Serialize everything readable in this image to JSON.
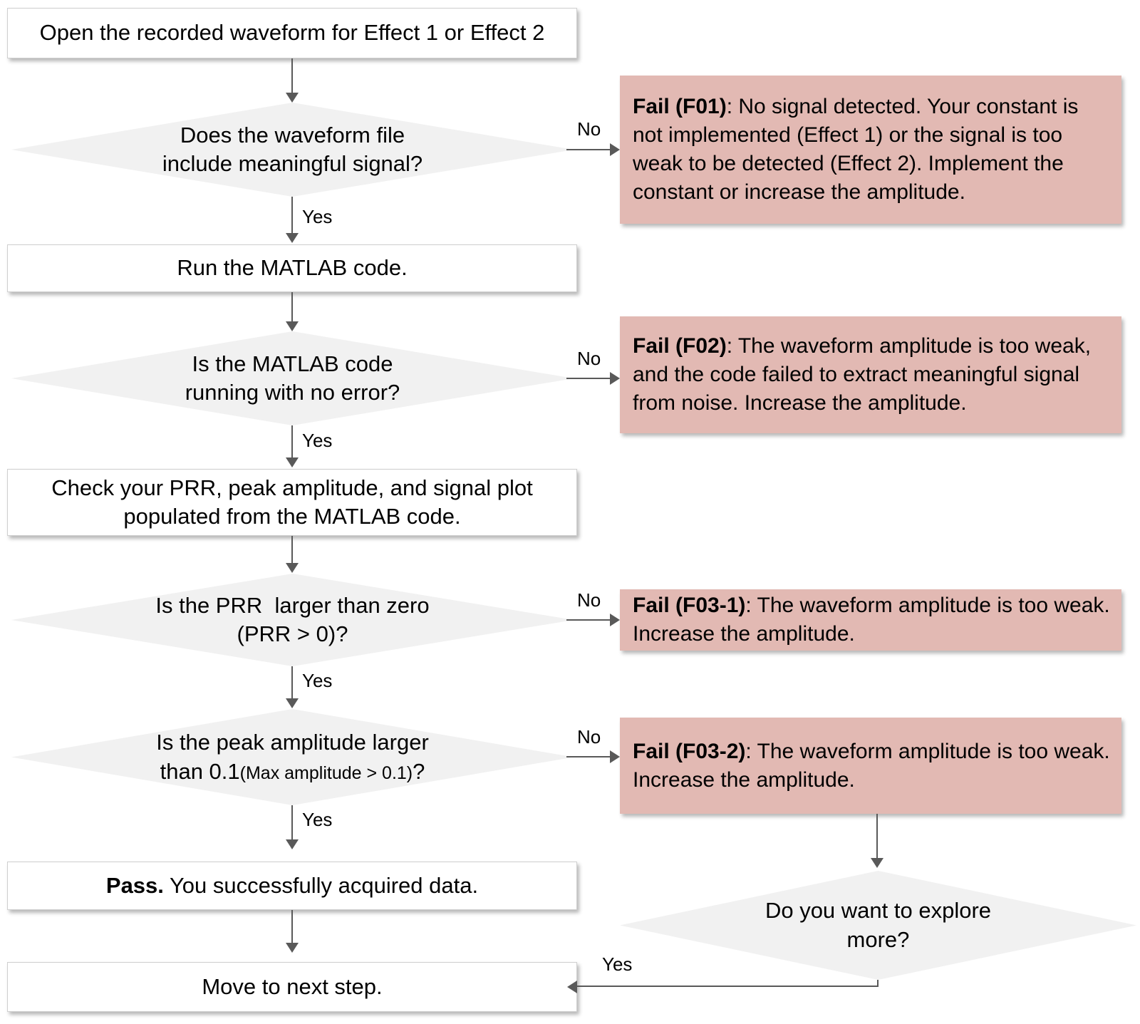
{
  "diagram": {
    "type": "flowchart",
    "title": "Waveform data acquisition troubleshooting flowchart",
    "colors": {
      "process_fill": "#ffffff",
      "decision_fill": "#f1f1f1",
      "fail_fill": "#e2b9b3",
      "connector": "#595959",
      "text": "#000000"
    }
  },
  "nodes": {
    "start_box": {
      "shape": "process",
      "text": "Open the recorded waveform for Effect 1 or Effect 2"
    },
    "decision_signal": {
      "shape": "decision",
      "line1": "Does the waveform file",
      "line2": "include meaningful signal?"
    },
    "run_matlab_box": {
      "shape": "process",
      "text": "Run the MATLAB code."
    },
    "decision_no_error": {
      "shape": "decision",
      "line1": "Is the MATLAB code",
      "line2": "running with no error?"
    },
    "check_box": {
      "shape": "process",
      "line1": "Check your PRR, peak amplitude, and signal plot",
      "line2": "populated from the MATLAB code."
    },
    "decision_prr": {
      "shape": "decision",
      "line1": "Is the PRR  larger than zero",
      "line2": "(PRR > 0)?"
    },
    "decision_peak": {
      "shape": "decision",
      "line1": "Is the peak amplitude larger",
      "line2_main": "than 0.1",
      "line2_small": "(Max amplitude > 0.1)",
      "line2_tail": "?"
    },
    "pass_box": {
      "shape": "process",
      "bold": "Pass.",
      "rest": " You successfully acquired data."
    },
    "next_step_box": {
      "shape": "process",
      "text": "Move to next step."
    },
    "decision_explore": {
      "shape": "decision",
      "line1": "Do you want to explore",
      "line2": "more?"
    },
    "fail_f01": {
      "shape": "fail",
      "bold": "Fail (F01)",
      "rest": ": No signal detected. Your constant is not implemented (Effect 1) or the signal is too weak to be detected (Effect 2). Implement the constant or increase the amplitude."
    },
    "fail_f02": {
      "shape": "fail",
      "bold": "Fail (F02)",
      "rest": ": The waveform amplitude is too weak, and the code failed to extract meaningful signal from noise. Increase the amplitude."
    },
    "fail_f03_1": {
      "shape": "fail",
      "bold": "Fail (F03-1)",
      "rest": ": The waveform amplitude is too weak. Increase the amplitude."
    },
    "fail_f03_2": {
      "shape": "fail",
      "bold": "Fail (F03-2)",
      "rest": ": The waveform amplitude is too weak. Increase the amplitude."
    }
  },
  "edge_labels": {
    "signal_no": "No",
    "signal_yes": "Yes",
    "error_no": "No",
    "error_yes": "Yes",
    "prr_no": "No",
    "prr_yes": "Yes",
    "peak_no": "No",
    "peak_yes": "Yes",
    "explore_yes": "Yes"
  }
}
